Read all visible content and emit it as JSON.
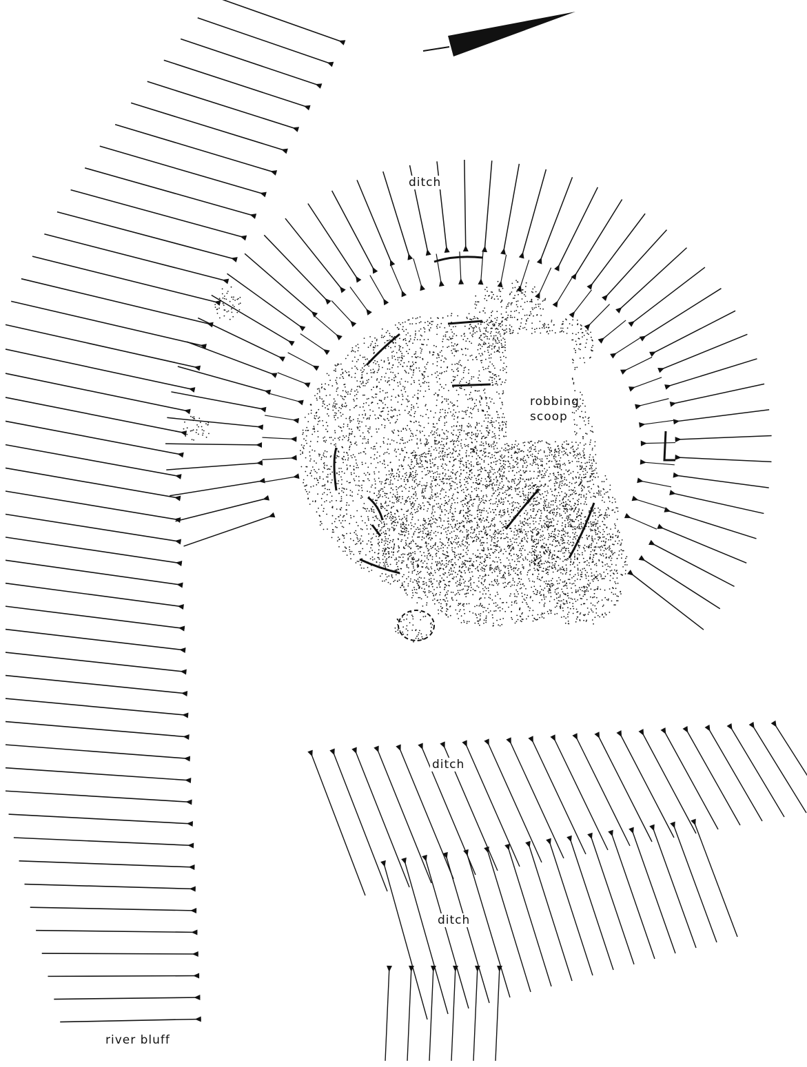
{
  "labels": {
    "ditch_top": "ditch",
    "ditch_middle": "ditch",
    "ditch_bottom": "ditch",
    "robbing_scoop": "robbing scoop",
    "river_bluff": "river bluff"
  },
  "symbols": {
    "north_arrow": "north-arrow",
    "hachure": "slope-hachure-tadpole",
    "stipple": "stippled-deposit"
  },
  "colors": {
    "ink": "#111111",
    "paper": "#ffffff"
  }
}
